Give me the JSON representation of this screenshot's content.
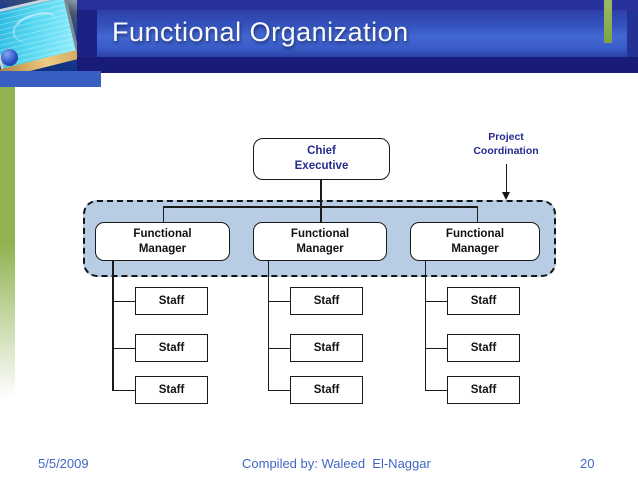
{
  "header": {
    "title": "Functional Organization"
  },
  "org_chart": {
    "chief": {
      "label": "Chief\nExecutive"
    },
    "annotation": {
      "label": "Project\nCoordination"
    },
    "columns": [
      {
        "manager": "Functional\nManager",
        "staff": [
          "Staff",
          "Staff",
          "Staff"
        ]
      },
      {
        "manager": "Functional\nManager",
        "staff": [
          "Staff",
          "Staff",
          "Staff"
        ]
      },
      {
        "manager": "Functional\nManager",
        "staff": [
          "Staff",
          "Staff",
          "Staff"
        ]
      }
    ]
  },
  "footer": {
    "date": "5/5/2009",
    "credit": "Compiled by: Waleed  El-Naggar",
    "page_number": "20"
  },
  "colors": {
    "header_navy": "#1d2183",
    "header_blue": "#4267d2",
    "accent_green": "#8fb351",
    "region_fill": "#b8cce4",
    "navy_text": "#242b8e",
    "footer_blue": "#4166c4"
  }
}
